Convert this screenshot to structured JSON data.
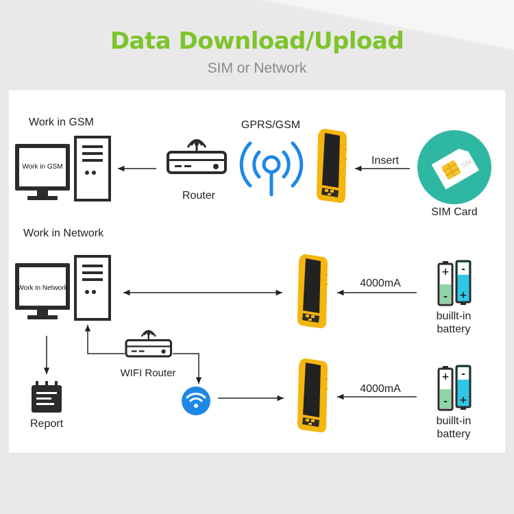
{
  "header": {
    "title": "Data Download/Upload",
    "subtitle": "SIM or Network"
  },
  "colors": {
    "title_green": "#7dc42a",
    "device_yellow": "#f5b50f",
    "signal_blue": "#1f88e5",
    "sim_teal": "#2eb8a4",
    "battery_green": "#8fd4a8",
    "battery_blue": "#2fc7e6",
    "icon_dark": "#2b2b2b"
  },
  "gsm_section": {
    "heading": "Work in GSM",
    "screen_text": "Work in GSM",
    "router_label": "Router",
    "signal_label": "GPRS/GSM",
    "insert_label": "Insert",
    "sim_label": "SIM Card",
    "sim_chip_text": "SIM"
  },
  "network_section": {
    "heading": "Work in Network",
    "screen_text": "Work in Network",
    "wifi_router_label": "WIFI Router",
    "report_label": "Report",
    "battery_capacity_top": "4000mA",
    "battery_label_top_1": "buillt-in",
    "battery_label_top_2": "battery",
    "battery_capacity_bottom": "4000mA",
    "battery_label_bottom_1": "buillt-in",
    "battery_label_bottom_2": "battery"
  }
}
